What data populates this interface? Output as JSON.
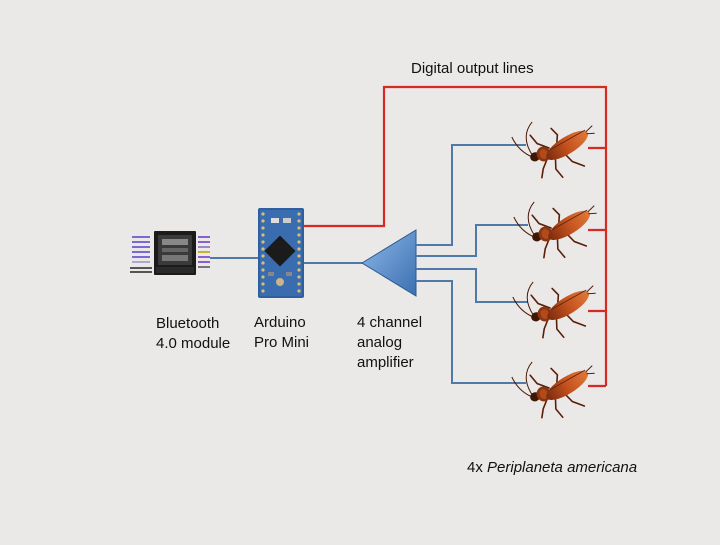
{
  "labels": {
    "digital_output": "Digital output lines",
    "bluetooth": [
      "Bluetooth",
      "4.0 module"
    ],
    "arduino": [
      "Arduino",
      "Pro Mini"
    ],
    "amplifier": [
      "4 channel",
      "analog",
      "amplifier"
    ],
    "cockroach_count": "4x",
    "cockroach_species": "Periplaneta americana"
  },
  "colors": {
    "background": "#ebe9e7",
    "digital_wire": "#d62b25",
    "analog_wire": "#4f79a8",
    "amplifier_fill": "#5b8fcf",
    "arduino_board": "#2f5fa0",
    "cockroach_body": "#b5451b"
  },
  "components": {
    "bluetooth_module": "bluetooth-module",
    "microcontroller": "arduino-pro-mini",
    "amplifier": "amplifier-triangle",
    "cockroach_count": 4
  }
}
